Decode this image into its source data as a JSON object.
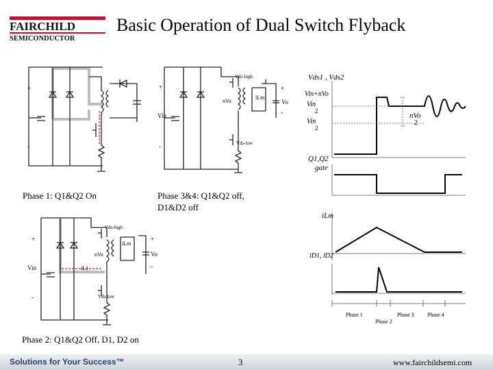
{
  "header": {
    "title": "Basic Operation of Dual Switch Flyback",
    "logo_top": "FAIRCHILD",
    "logo_bottom": "SEMICONDUCTOR",
    "brand_color": "#c8102e"
  },
  "captions": {
    "phase1": "Phase 1: Q1&Q2 On",
    "phase34_line1": "Phase 3&4: Q1&Q2 off,",
    "phase34_line2": "D1&D2 off",
    "phase2": "Phase 2: Q1&Q2 Off, D1, D2 on"
  },
  "circuits": {
    "vds_high": "Vds-high",
    "vds_low": "Vds-low",
    "vin": "Vin",
    "vo": "Vo",
    "nvo": "nVo",
    "ilm": "iLm",
    "il1": "iL1",
    "plus": "+",
    "minus": "-"
  },
  "waveforms": {
    "vds_label": "Vds1 , Vds2",
    "vin_plus_nvo": "Vin+nVo",
    "vin_half": "Vin",
    "two": "2",
    "nvo_half": "nVo",
    "vin_half_lower": "Vin",
    "q_gate_line1": "Q1,Q2",
    "q_gate_line2": "gate",
    "ilm_label": "iLm",
    "diode_current": "iD1, iD2",
    "phases": [
      "Phase 1",
      "Phase 2",
      "Phase 3",
      "Phase 4"
    ]
  },
  "footer": {
    "slogan": "Solutions for Your Success™",
    "page_number": "3",
    "url": "www.fairchildsemi.com",
    "bar_color": "#cfd4da"
  }
}
